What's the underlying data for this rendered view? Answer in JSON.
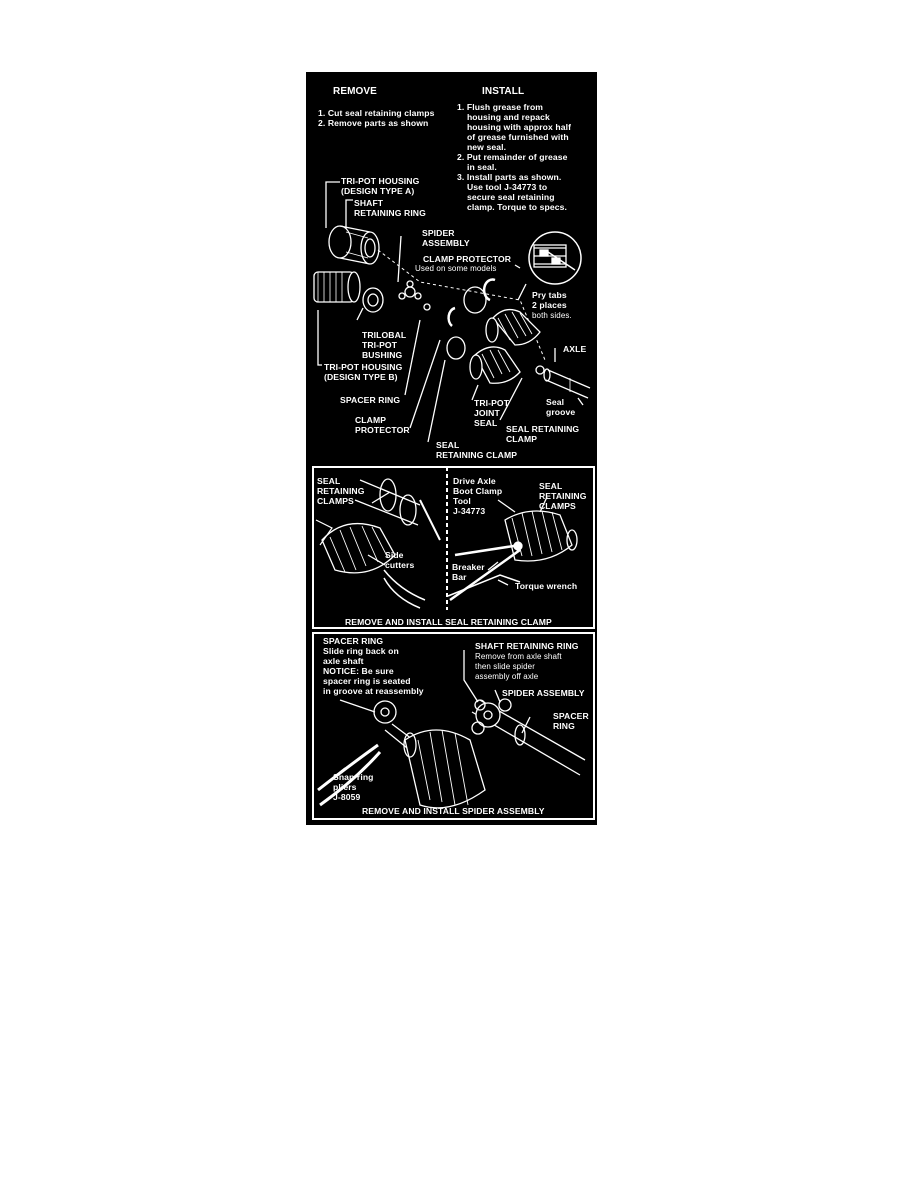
{
  "top_panel": {
    "remove_heading": "REMOVE",
    "install_heading": "INSTALL",
    "remove_steps": "1. Cut seal retaining clamps\n2. Remove parts as shown",
    "install_steps": "1. Flush grease from\n    housing and repack\n    housing with approx half\n    of grease furnished with\n    new seal.\n2. Put remainder of grease\n    in seal.\n3. Install parts as shown.\n    Use tool J-34773 to\n    secure seal retaining\n    clamp. Torque to specs.",
    "callouts": {
      "housing_a": "TRI-POT HOUSING\n(DESIGN TYPE A)",
      "shaft_ring": "SHAFT\nRETAINING RING",
      "spider": "SPIDER\nASSEMBLY",
      "clamp_protector_top": "CLAMP PROTECTOR",
      "used_on": "Used on some models",
      "pry_tabs": "Pry tabs\n2 places",
      "both_sides": "both sides.",
      "trilobal": "TRILOBAL\nTRI-POT\nBUSHING",
      "housing_b": "TRI-POT HOUSING\n(DESIGN TYPE B)",
      "axle": "AXLE",
      "spacer_ring": "SPACER RING",
      "joint_seal": "TRI-POT\nJOINT\nSEAL",
      "seal_groove": "Seal\ngroove",
      "clamp_protector_bottom": "CLAMP\nPROTECTOR",
      "seal_retaining_clamp_right": "SEAL RETAINING\nCLAMP",
      "seal_retaining_clamp_bottom": "SEAL\nRETAINING CLAMP"
    }
  },
  "middle_panel": {
    "left_clamps": "SEAL\nRETAINING\nCLAMPS",
    "side_cutters": "Side\ncutters",
    "tool_label": "Drive Axle\nBoot Clamp\nTool\nJ-34773",
    "right_clamps": "SEAL\nRETAINING\nCLAMPS",
    "breaker_bar": "Breaker\nBar",
    "torque_wrench": "Torque wrench",
    "caption": "REMOVE AND INSTALL SEAL RETAINING CLAMP"
  },
  "bottom_panel": {
    "spacer_ring_title": "SPACER RING",
    "spacer_ring_note": "Slide ring back on\naxle shaft\nNOTICE: Be sure\nspacer ring is seated\nin groove at reassembly",
    "shaft_ring_title": "SHAFT RETAINING RING",
    "shaft_ring_note": "Remove from axle shaft\nthen slide spider\nassembly off axle",
    "spider_assembly": "SPIDER ASSEMBLY",
    "spacer_ring": "SPACER\nRING",
    "snap_ring": "Snap ring\npliers\nJ-8059",
    "caption": "REMOVE AND INSTALL SPIDER ASSEMBLY"
  }
}
